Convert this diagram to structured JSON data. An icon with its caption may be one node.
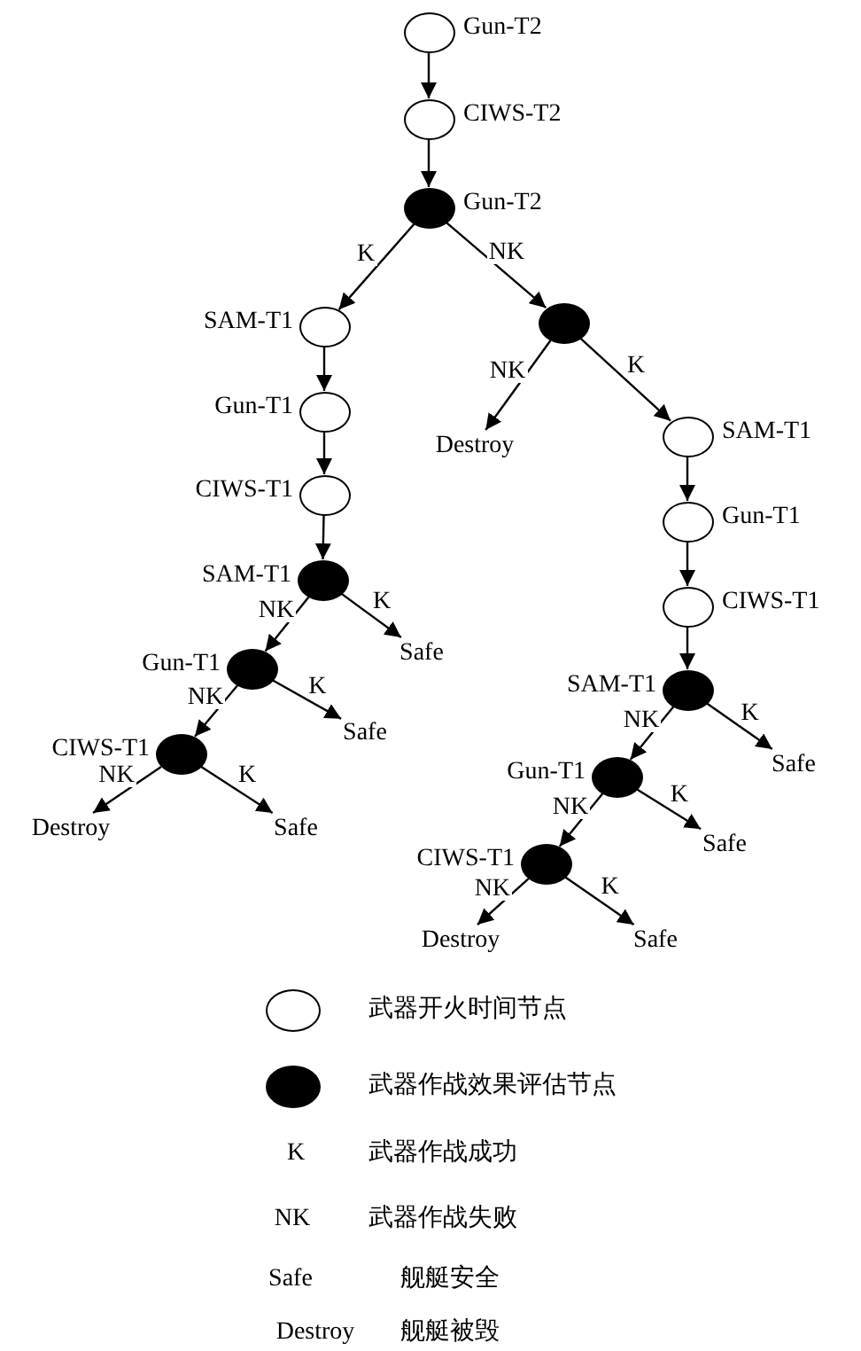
{
  "diagram": {
    "nodes": [
      {
        "text": [],
        "shape": "circle",
        "beside": [
          "Gun-T2"
        ]
      },
      {
        "text": [],
        "shape": "circle",
        "beside": [
          "CIWS-T2"
        ]
      },
      {
        "text": [],
        "shape": "disc",
        "beside": [
          "Gun-T2"
        ]
      },
      {
        "text": [],
        "shape": "circle",
        "beside": [
          "SAM-T1"
        ]
      },
      {
        "text": [],
        "shape": "disc"
      },
      {
        "text": [],
        "shape": "circle",
        "beside": [
          "Gun-T1"
        ]
      },
      {
        "text": [
          "Destroy"
        ]
      },
      {
        "text": [],
        "shape": "circle",
        "beside": [
          "SAM-T1"
        ]
      },
      {
        "text": [],
        "shape": "circle",
        "beside": [
          "CIWS-T1"
        ]
      },
      {
        "text": [],
        "shape": "circle",
        "beside": [
          "Gun-T1"
        ]
      },
      {
        "text": [],
        "shape": "disc",
        "beside": [
          "SAM-T1"
        ]
      },
      {
        "text": [],
        "shape": "circle",
        "beside": [
          "CIWS-T1"
        ]
      },
      {
        "text": [
          "Safe"
        ]
      },
      {
        "text": [],
        "shape": "disc",
        "beside": [
          "Gun-T1"
        ]
      },
      {
        "text": [],
        "shape": "disc",
        "beside": [
          "SAM-T1"
        ]
      },
      {
        "text": [
          "Safe"
        ]
      },
      {
        "text": [],
        "shape": "disc",
        "beside": [
          "CIWS-T1"
        ]
      },
      {
        "text": [
          "Safe"
        ]
      },
      {
        "text": [],
        "shape": "disc",
        "beside": [
          "Gun-T1"
        ]
      },
      {
        "text": [
          "Destroy"
        ]
      },
      {
        "text": [
          "Safe"
        ]
      },
      {
        "text": [
          "Safe"
        ]
      },
      {
        "text": [],
        "shape": "disc",
        "beside": [
          "CIWS-T1"
        ]
      },
      {
        "text": [
          "Destroy"
        ]
      },
      {
        "text": [
          "Safe"
        ]
      }
    ],
    "edges": [
      {
        "from": 0,
        "to": 1,
        "arrow": "to"
      },
      {
        "from": 1,
        "to": 2,
        "arrow": "to"
      },
      {
        "from": 2,
        "to": 3,
        "arrow": "to",
        "label": "K"
      },
      {
        "from": 2,
        "to": 4,
        "arrow": "to",
        "label": "NK"
      },
      {
        "from": 3,
        "to": 5,
        "arrow": "to"
      },
      {
        "from": 5,
        "to": 8,
        "arrow": "to"
      },
      {
        "from": 8,
        "to": 10,
        "arrow": "to"
      },
      {
        "from": 4,
        "to": 6,
        "arrow": "to",
        "label": "NK"
      },
      {
        "from": 4,
        "to": 7,
        "arrow": "to",
        "label": "K"
      },
      {
        "from": 7,
        "to": 9,
        "arrow": "to"
      },
      {
        "from": 9,
        "to": 11,
        "arrow": "to"
      },
      {
        "from": 11,
        "to": 14,
        "arrow": "to"
      },
      {
        "from": 10,
        "to": 13,
        "arrow": "to",
        "label": "NK"
      },
      {
        "from": 10,
        "to": 12,
        "arrow": "to",
        "label": "K"
      },
      {
        "from": 13,
        "to": 16,
        "arrow": "to",
        "label": "NK"
      },
      {
        "from": 13,
        "to": 15,
        "arrow": "to",
        "label": "K"
      },
      {
        "from": 16,
        "to": 19,
        "arrow": "to",
        "label": "NK"
      },
      {
        "from": 16,
        "to": 20,
        "arrow": "to",
        "label": "K"
      },
      {
        "from": 14,
        "to": 18,
        "arrow": "to",
        "label": "NK"
      },
      {
        "from": 14,
        "to": 17,
        "arrow": "to",
        "label": "K"
      },
      {
        "from": 18,
        "to": 22,
        "arrow": "to",
        "label": "NK"
      },
      {
        "from": 18,
        "to": 21,
        "arrow": "to",
        "label": "K"
      },
      {
        "from": 22,
        "to": 23,
        "arrow": "to",
        "label": "NK"
      },
      {
        "from": 22,
        "to": 24,
        "arrow": "to",
        "label": "K"
      }
    ],
    "labels": [
      "K",
      "NK",
      "Safe",
      "Destroy"
    ],
    "legend": [
      {
        "text": "武器开火时间节点"
      },
      {
        "text": "武器作战效果评估节点"
      },
      {
        "text": "武器作战成功"
      },
      {
        "text": "武器作战失败"
      },
      {
        "text": "舰艇安全"
      },
      {
        "text": "舰艇被毁"
      }
    ]
  }
}
